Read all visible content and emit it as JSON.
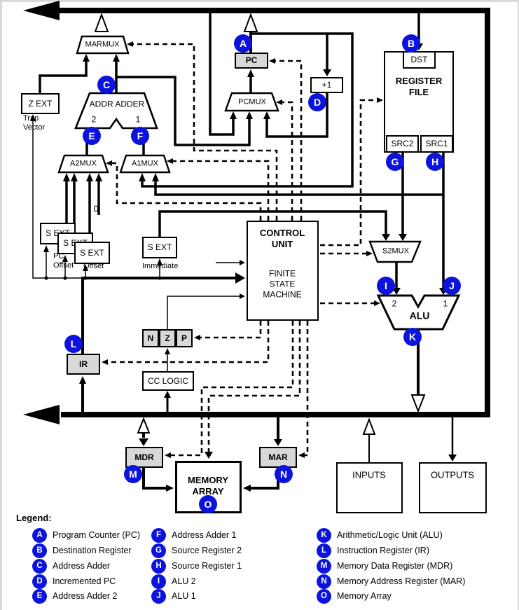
{
  "colors": {
    "badge": "#0b13dd",
    "box_fill": "#d8d8d8",
    "edge": "#d9d9d9"
  },
  "badges": [
    "A",
    "B",
    "C",
    "D",
    "E",
    "F",
    "G",
    "H",
    "I",
    "J",
    "K",
    "L",
    "M",
    "N",
    "O"
  ],
  "boxes": {
    "marmux": "MARMUX",
    "zext": "Z EXT",
    "addr_adder": "ADDR ADDER",
    "a2mux": "A2MUX",
    "a1mux": "A1MUX",
    "pc": "PC",
    "pcmux": "PCMUX",
    "plus1": "+1",
    "dst": "DST",
    "register_file": "REGISTER\nFILE",
    "src2": "SRC2",
    "src1": "SRC1",
    "sext": "S EXT",
    "control_unit": "CONTROL\nUNIT",
    "fsm": "FINITE\nSTATE\nMACHINE",
    "s2mux": "S2MUX",
    "alu": "ALU",
    "ir": "IR",
    "n": "N",
    "z": "Z",
    "p": "P",
    "cc_logic": "CC LOGIC",
    "mdr": "MDR",
    "mar": "MAR",
    "memory_array": "MEMORY\nARRAY",
    "inputs": "INPUTS",
    "outputs": "OUTPUTS"
  },
  "wire_labels": {
    "trap_vector": "Trap\nVector",
    "pc_offset": "PC\nOffset",
    "offset": "Offset",
    "immediate": "Immediate",
    "zero": "0",
    "adder_in2": "2",
    "adder_in1": "1",
    "alu_in2": "2",
    "alu_in1": "1"
  },
  "legend": {
    "title": "Legend:",
    "columns": [
      [
        {
          "letter": "A",
          "text": "Program Counter (PC)"
        },
        {
          "letter": "B",
          "text": "Destination Register"
        },
        {
          "letter": "C",
          "text": "Address Adder"
        },
        {
          "letter": "D",
          "text": "Incremented PC"
        },
        {
          "letter": "E",
          "text": "Address Adder 2"
        }
      ],
      [
        {
          "letter": "F",
          "text": "Address Adder 1"
        },
        {
          "letter": "G",
          "text": "Source Register 2"
        },
        {
          "letter": "H",
          "text": "Source Register 1"
        },
        {
          "letter": "I",
          "text": "ALU 2"
        },
        {
          "letter": "J",
          "text": "ALU 1"
        }
      ],
      [
        {
          "letter": "K",
          "text": "Arithmetic/Logic Unit (ALU)"
        },
        {
          "letter": "L",
          "text": "Instruction Register (IR)"
        },
        {
          "letter": "M",
          "text": "Memory Data Register (MDR)"
        },
        {
          "letter": "N",
          "text": "Memory Address Register (MAR)"
        },
        {
          "letter": "O",
          "text": "Memory Array"
        }
      ]
    ]
  }
}
